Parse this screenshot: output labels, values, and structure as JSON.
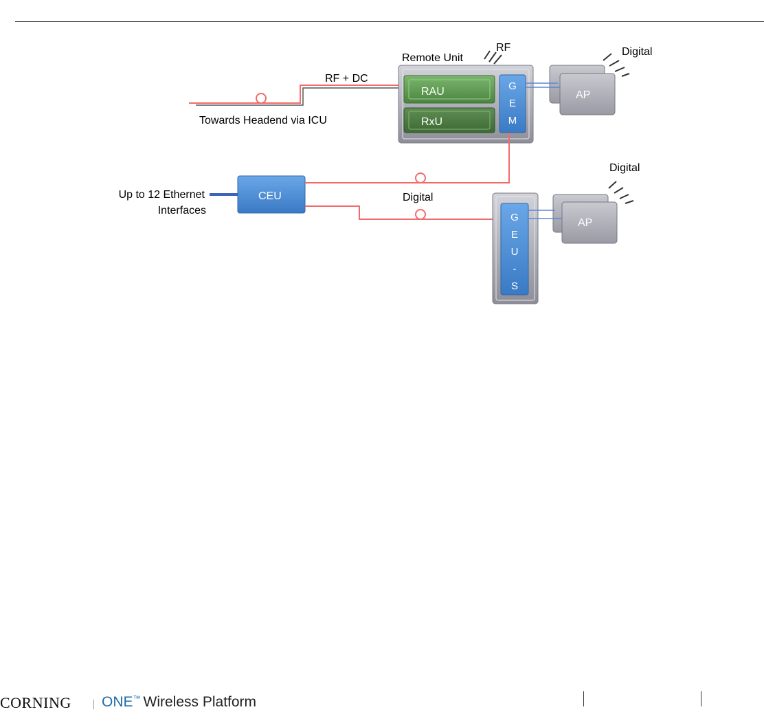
{
  "diagram": {
    "labels": {
      "remote_unit": "Remote Unit",
      "rf": "RF",
      "digital_top": "Digital",
      "digital_right": "Digital",
      "digital_mid": "Digital",
      "rf_dc": "RF + DC",
      "towards": "Towards Headend via ICU",
      "ethernet_line1": "Up to 12 Ethernet",
      "ethernet_line2": "Interfaces"
    },
    "blocks": {
      "rau": "RAU",
      "rxu": "RxU",
      "gem": [
        "G",
        "E",
        "M"
      ],
      "ceu": "CEU",
      "geus": [
        "G",
        "E",
        "U",
        "-",
        "S"
      ],
      "ap_top": "AP",
      "ap_bottom": "AP"
    },
    "colors": {
      "rf_line": "#f26b6b",
      "ethernet_line": "#3f63b7",
      "blue_block": "#4f8fd6",
      "green_block": "#5a9a4f",
      "gray_enclosure": "#a9a9b2"
    }
  },
  "footer": {
    "brand": "CORNING",
    "product_one": "ONE",
    "product_tm": "™",
    "product_rest": "Wireless Platform"
  }
}
